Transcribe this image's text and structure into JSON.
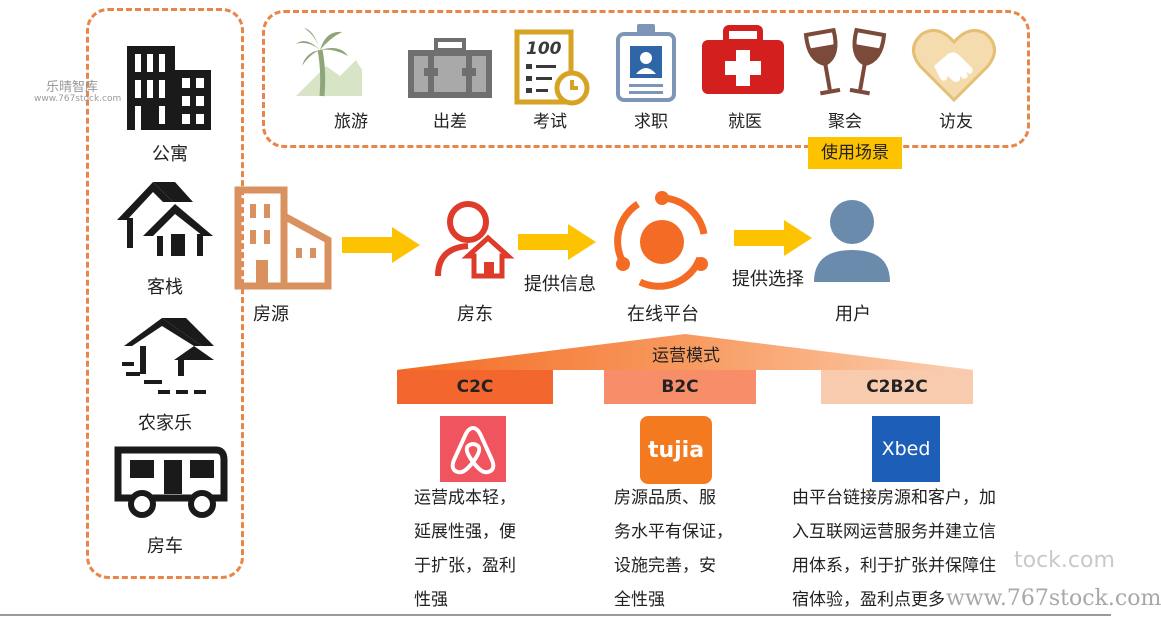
{
  "left_panel": {
    "items": [
      {
        "label": "公寓",
        "icon": "apartment-building-icon"
      },
      {
        "label": "客栈",
        "icon": "inn-houses-icon"
      },
      {
        "label": "农家乐",
        "icon": "farmhouse-icon"
      },
      {
        "label": "房车",
        "icon": "rv-camper-icon"
      }
    ]
  },
  "scenes": {
    "items": [
      {
        "label": "旅游",
        "icon": "palm-tree-icon"
      },
      {
        "label": "出差",
        "icon": "briefcase-icon"
      },
      {
        "label": "考试",
        "icon": "exam-sheet-icon"
      },
      {
        "label": "求职",
        "icon": "id-badge-icon"
      },
      {
        "label": "就医",
        "icon": "first-aid-kit-icon"
      },
      {
        "label": "聚会",
        "icon": "wine-glasses-icon"
      },
      {
        "label": "访友",
        "icon": "handshake-heart-icon"
      }
    ],
    "tag": "使用场景"
  },
  "flow": {
    "nodes": [
      {
        "label": "房源",
        "icon": "property-building-icon"
      },
      {
        "label": "房东",
        "icon": "landlord-icon"
      },
      {
        "label": "在线平台",
        "icon": "platform-hub-icon"
      },
      {
        "label": "用户",
        "icon": "user-icon"
      }
    ],
    "edge_labels": [
      "提供信息",
      "提供选择"
    ]
  },
  "models": {
    "title": "运营模式",
    "items": [
      {
        "name": "C2C",
        "logo": "airbnb-logo",
        "color": "#f3672f",
        "desc": [
          "运营成本轻，",
          "延展性强，便",
          "于扩张，盈利",
          "性强"
        ]
      },
      {
        "name": "B2C",
        "logo": "tujia-logo",
        "logo_text": "tujia",
        "color": "#f88e69",
        "desc": [
          "房源品质、服",
          "务水平有保证，",
          "设施完善，安",
          "全性强"
        ]
      },
      {
        "name": "C2B2C",
        "logo": "xbed-logo",
        "logo_text": "Xbed",
        "color": "#f9cbae",
        "desc": [
          "由平台链接房源和客户，加",
          "入互联网运营服务并建立信",
          "用体系，利于扩张并保障住",
          "宿体验，盈利点更多"
        ]
      }
    ]
  },
  "watermarks": [
    "乐晴智库",
    "www.767stock.com",
    "tock.com",
    "www.767stock.com"
  ]
}
